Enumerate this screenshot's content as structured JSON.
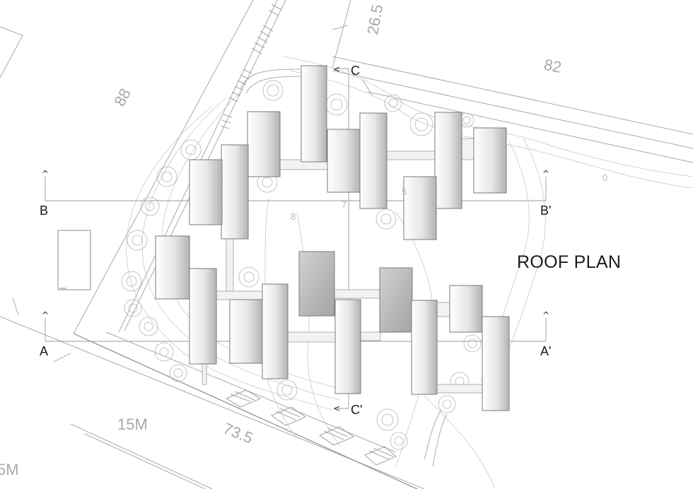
{
  "title": "ROOF PLAN",
  "section_markers": {
    "B": "B",
    "B_prime": "B'",
    "A": "A",
    "A_prime": "A'",
    "C": "C",
    "C_prime": "C'"
  },
  "dimensions": {
    "d88": "88",
    "d26_5": "26.5",
    "d82": "82",
    "d15M": "15M",
    "d73_5": "73.5",
    "d5M": "5M"
  },
  "levels": {
    "l0": "0",
    "l8": "8",
    "l7": "7",
    "l5": "5"
  },
  "colors": {
    "roof_light": "#ffffff",
    "roof_dark": "#b0b0b0",
    "linework": "#a9a9a9",
    "label": "#1a1a1a"
  }
}
